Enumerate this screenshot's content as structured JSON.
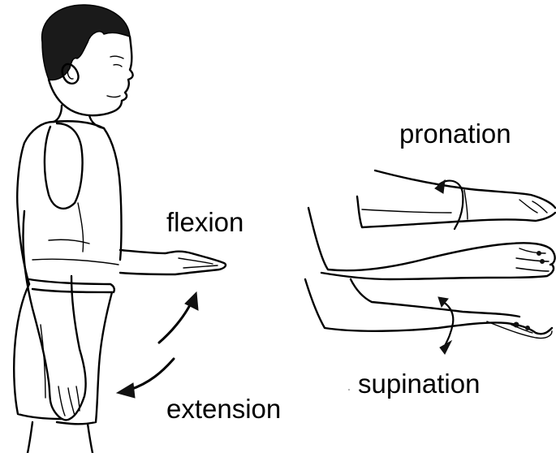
{
  "labels": {
    "flexion": "flexion",
    "extension": "extension",
    "pronation": "pronation",
    "supination": "supination"
  },
  "colors": {
    "ink": "#000000",
    "background": "#ffffff"
  },
  "icons": {
    "figure": "standing-boy-figure",
    "arrows": [
      "curved-arrow-up",
      "curved-arrow-down",
      "rotation-arrow"
    ]
  }
}
